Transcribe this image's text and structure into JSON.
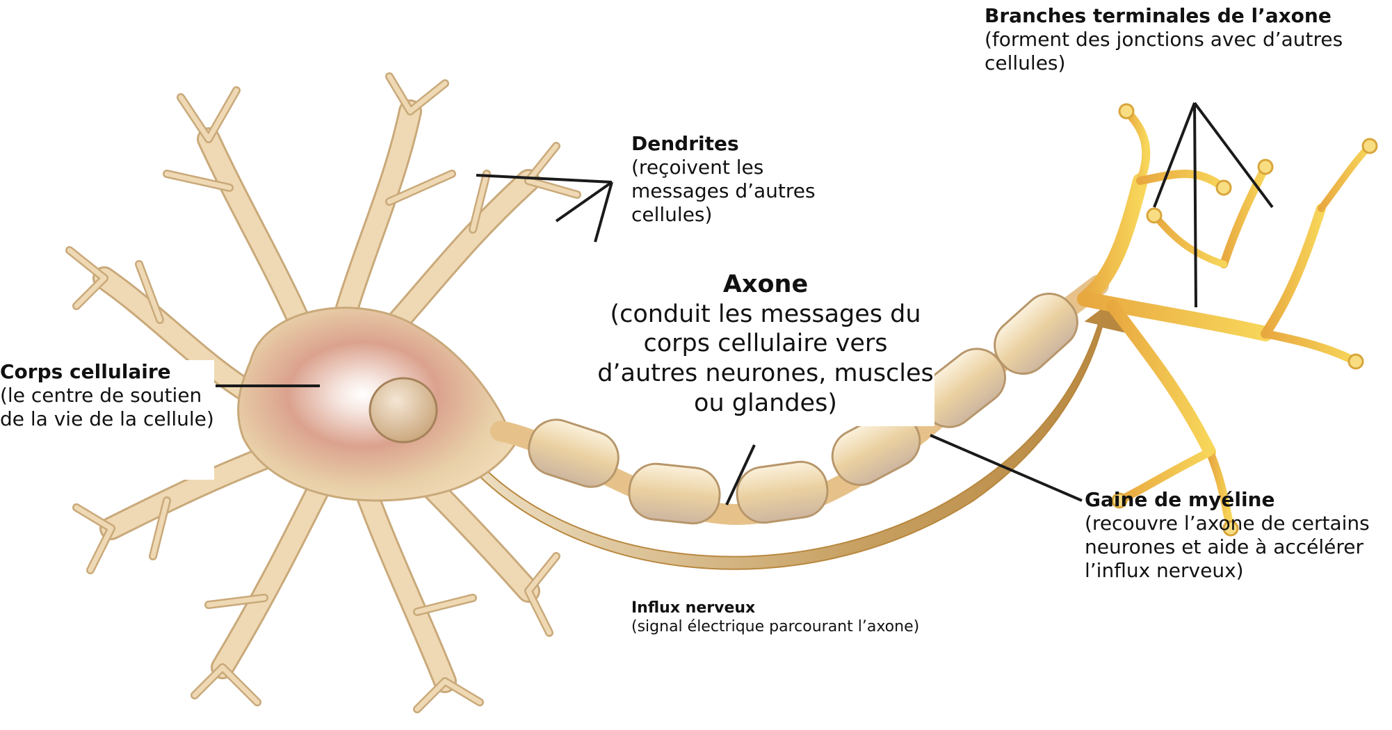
{
  "labels": {
    "branches": {
      "title": "Branches terminales de l’axone",
      "desc": " (forment des jonctions avec d’autres cellules)"
    },
    "dendrites": {
      "title": "Dendrites",
      "desc": "(reçoivent les messages d’autres cellules)"
    },
    "axone": {
      "title": "Axone",
      "desc": "(conduit les messages du corps cellulaire vers d’autres neurones, muscles ou glandes)"
    },
    "corps": {
      "title": "Corps cellulaire",
      "desc": "(le centre de soutien de la vie de la cellule)"
    },
    "gaine": {
      "title": "Gaine de myéline",
      "desc": "(recouvre l’axone de certains neurones et aide à accélérer l’influx nerveux)"
    },
    "influx": {
      "title": "Influx nerveux",
      "desc": "(signal électrique parcourant l’axone)"
    }
  },
  "colors": {
    "cell_body": "#efd9b4",
    "cell_outline": "#c9a97a",
    "nucleus_tint": "#d99a86",
    "myelin": "#f2dcb0",
    "axon_terminal": "#f5c640",
    "impulse_arrow": "#c9a05a",
    "leader_line": "#1a1a1a"
  }
}
